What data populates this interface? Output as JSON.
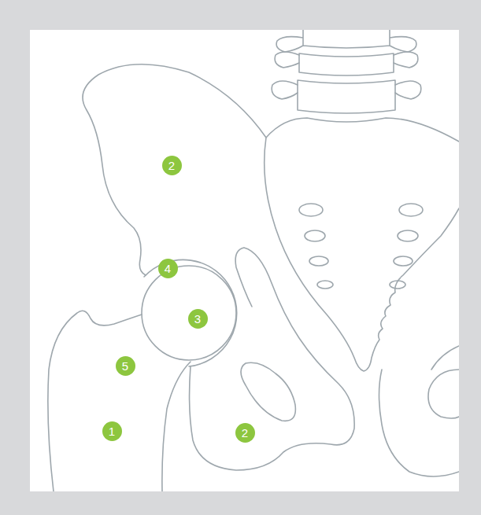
{
  "diagram": {
    "labels": [
      "2",
      "4",
      "3",
      "5",
      "1",
      "2"
    ]
  }
}
